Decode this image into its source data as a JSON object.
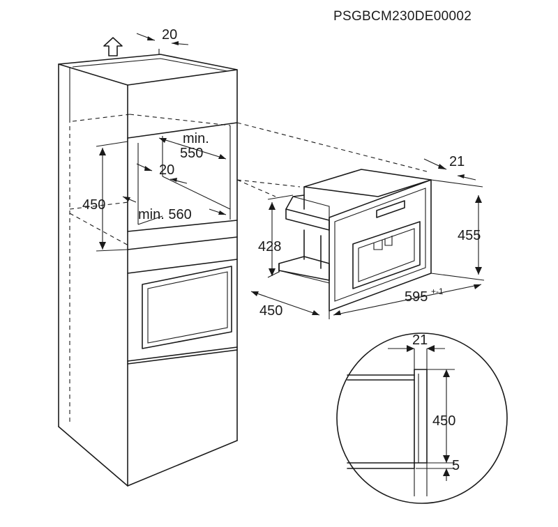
{
  "reference_code": "PSGBCM230DE00002",
  "cabinet": {
    "top_gap": "20",
    "niche_height": "450",
    "niche_depth_label": "min.",
    "niche_depth_value": "550",
    "rear_gap": "20",
    "niche_width": "min. 560"
  },
  "appliance": {
    "depth_gap": "21",
    "front_height": "455",
    "body_height": "428",
    "body_depth": "450",
    "front_width": "595",
    "front_width_tolerance": "+-1"
  },
  "detail": {
    "gap": "21",
    "height": "450",
    "bottom_gap": "5"
  },
  "icons": {
    "up_arrow": "up-arrow-icon"
  }
}
